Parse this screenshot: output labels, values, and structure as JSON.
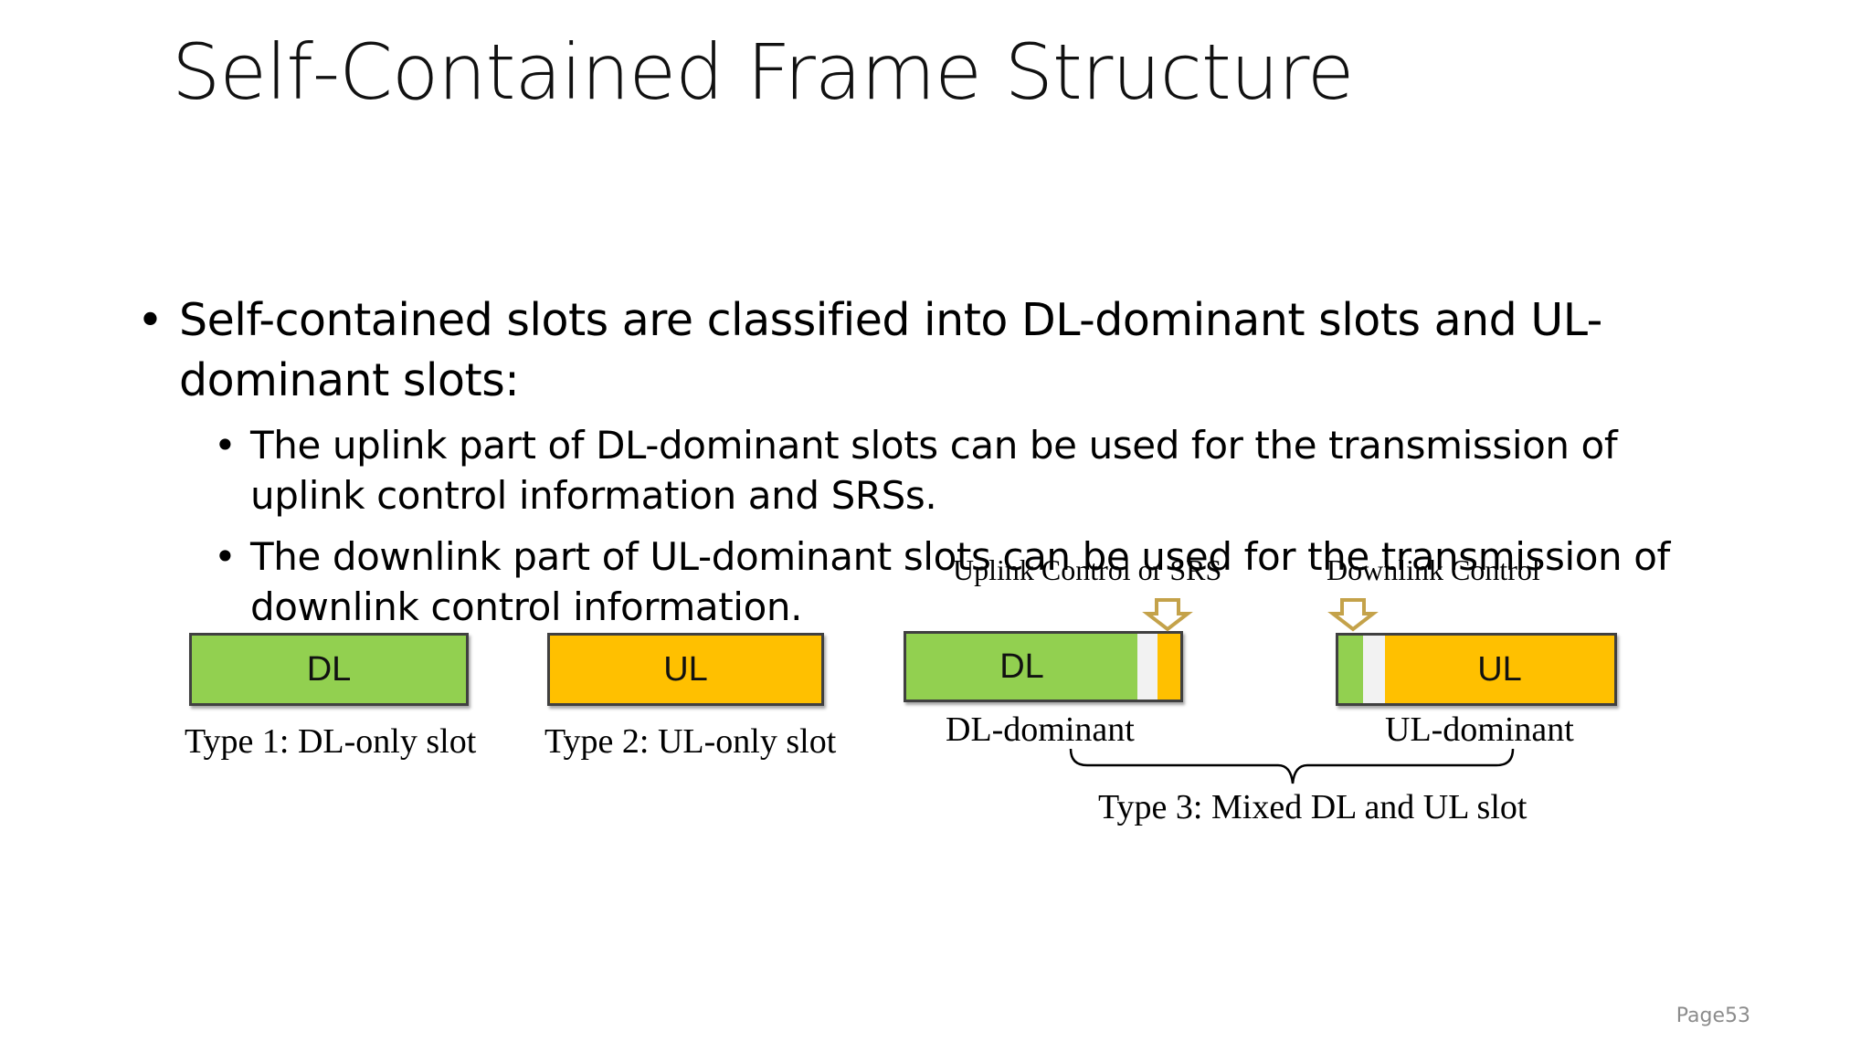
{
  "slide": {
    "title": "Self-Contained Frame Structure",
    "page_label": "Page53"
  },
  "bullets": {
    "main": "Self-contained slots are classified into DL-dominant slots and UL-dominant slots:",
    "sub": [
      "The uplink part of DL-dominant slots can be used for the transmission of uplink control information and SRSs.",
      "The downlink part of UL-dominant slots can be used for the transmission of downlink control information."
    ]
  },
  "diagram": {
    "colors": {
      "dl": "#92d050",
      "ul": "#ffc000",
      "guard": "#f2f2f2",
      "arrow": "#c4a24a",
      "border": "#404040"
    },
    "type1": {
      "block_label": "DL",
      "caption": "Type 1: DL-only slot"
    },
    "type2": {
      "block_label": "UL",
      "caption": "Type 2: UL-only slot"
    },
    "type3": {
      "dl_dominant": {
        "block_label": "DL",
        "caption": "DL-dominant",
        "control_label": "Uplink Control or SRS"
      },
      "ul_dominant": {
        "block_label": "UL",
        "caption": "UL-dominant",
        "control_label": "Downlink Control"
      },
      "caption": "Type 3: Mixed DL and UL slot"
    }
  }
}
